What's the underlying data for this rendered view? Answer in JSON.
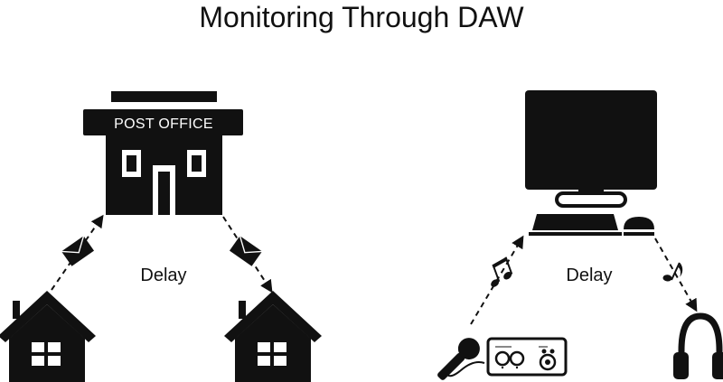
{
  "title": "Monitoring Through DAW",
  "left_panel": {
    "building_sign": "POST OFFICE",
    "delay_label": "Delay",
    "icons": [
      "post-office-icon",
      "envelope-icon",
      "house-icon"
    ]
  },
  "right_panel": {
    "delay_label": "Delay",
    "icons": [
      "computer-monitor-icon",
      "keyboard-icon",
      "mouse-icon",
      "music-note-icon",
      "microphone-icon",
      "audio-interface-icon",
      "headphones-icon"
    ]
  },
  "colors": {
    "ink": "#111111",
    "background": "#ffffff"
  }
}
